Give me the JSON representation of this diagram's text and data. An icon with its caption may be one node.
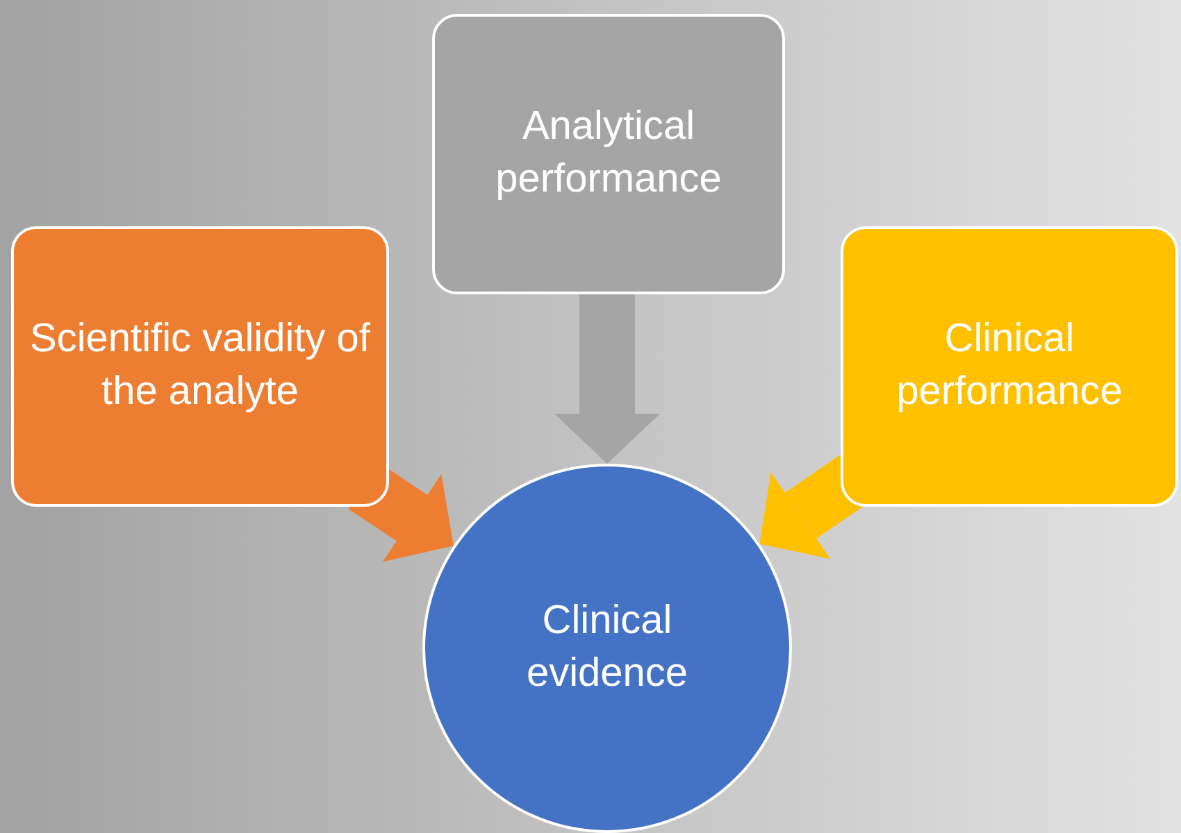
{
  "diagram": {
    "nodes": [
      {
        "text": [
          "Scientific validity of the analyte"
        ]
      },
      {
        "text": [
          "Analytical performance"
        ]
      },
      {
        "text": [
          "Clinical performance"
        ]
      },
      {
        "text": [
          "Clinical evidence"
        ]
      }
    ],
    "edges": [
      {
        "from": 0,
        "to": 3,
        "arrow": "to",
        "color": "#ed7d31"
      },
      {
        "from": 1,
        "to": 3,
        "arrow": "to",
        "color": "#a5a5a5"
      },
      {
        "from": 2,
        "to": 3,
        "arrow": "to",
        "color": "#ffc000"
      }
    ]
  }
}
